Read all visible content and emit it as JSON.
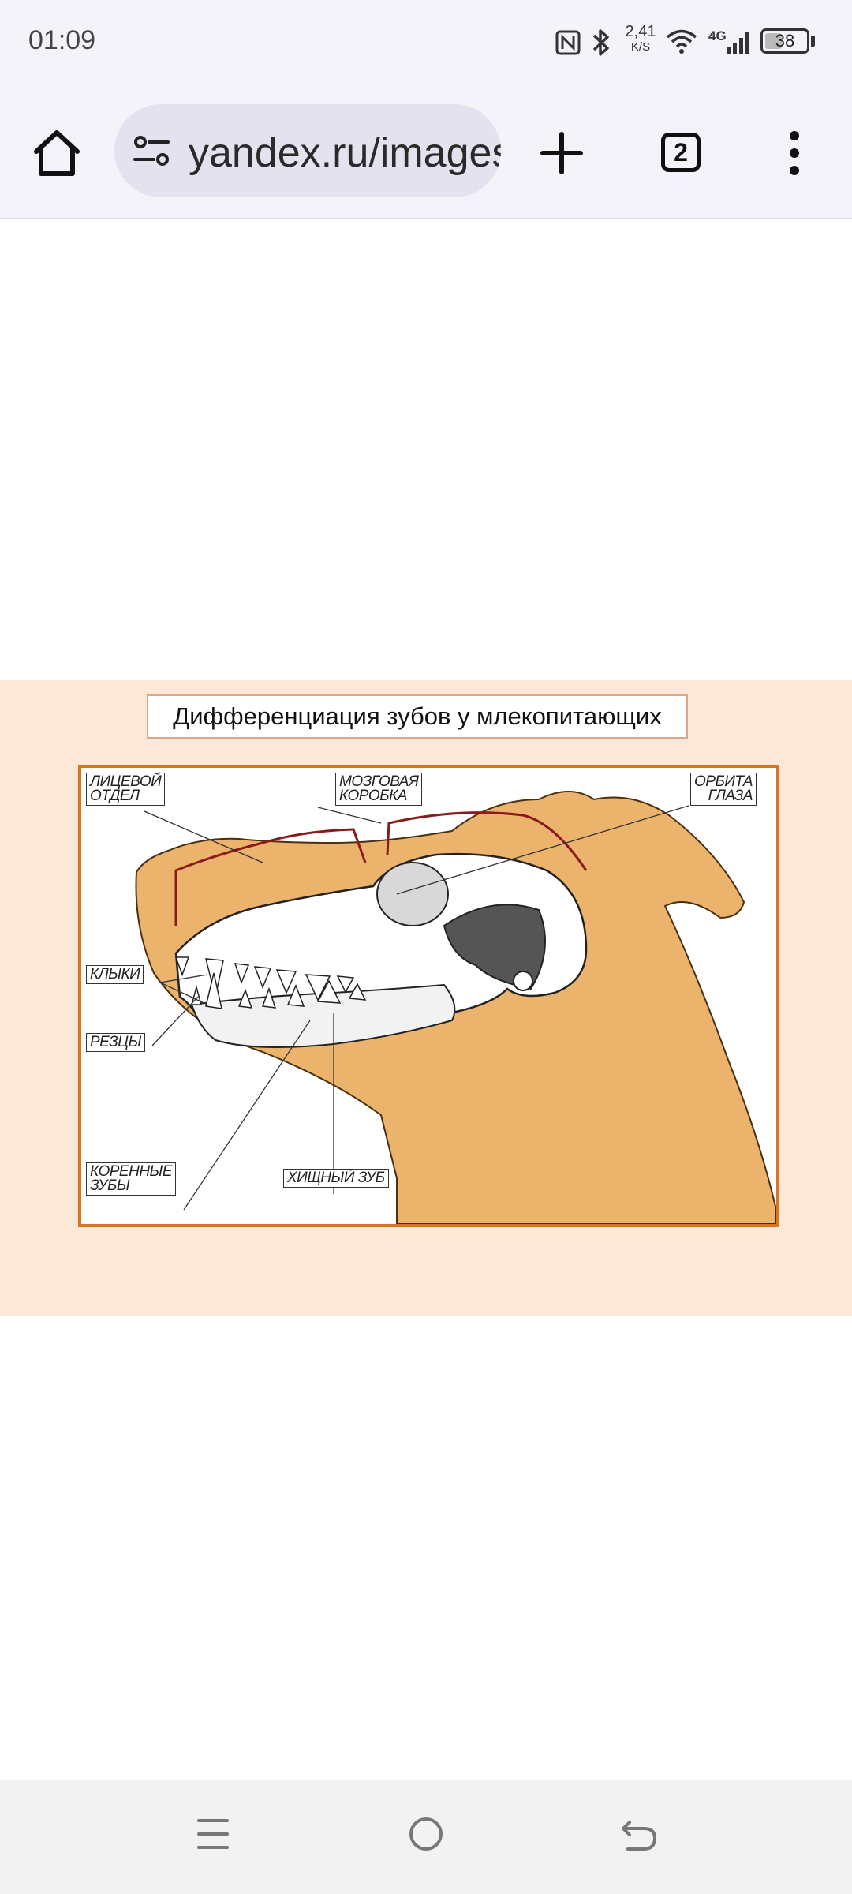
{
  "status_bar": {
    "time": "01:09",
    "network_speed_value": "2,41",
    "network_speed_unit": "K/S",
    "network_type": "4G",
    "battery_percent": "38",
    "icons": [
      "nfc-icon",
      "bluetooth-icon",
      "wifi-icon",
      "signal-icon",
      "battery-icon"
    ]
  },
  "browser": {
    "url": "yandex.ru/images",
    "tab_count": "2",
    "buttons": [
      "home-icon",
      "site-info-icon",
      "new-tab-icon",
      "tabs-icon",
      "menu-icon"
    ]
  },
  "image": {
    "title": "Дифференциация зубов у млекопитающих",
    "labels": {
      "facial": "ЛИЦЕВОЙ\nОТДЕЛ",
      "braincase": "МОЗГОВАЯ\nКОРОБКА",
      "orbit": "ОРБИТА\nГЛАЗА",
      "canines": "КЛЫКИ",
      "incisors": "РЕЗЦЫ",
      "molars": "КОРЕННЫЕ\nЗУБЫ",
      "carnassial": "ХИЩНЫЙ ЗУБ"
    },
    "colors": {
      "panel_bg": "#fce8d8",
      "frame": "#d7741f",
      "silhouette": "#ebb36c",
      "bracket": "#8b1a1a"
    }
  },
  "nav_bar": {
    "icons": [
      "recent-apps-icon",
      "home-circle-icon",
      "back-icon"
    ]
  }
}
